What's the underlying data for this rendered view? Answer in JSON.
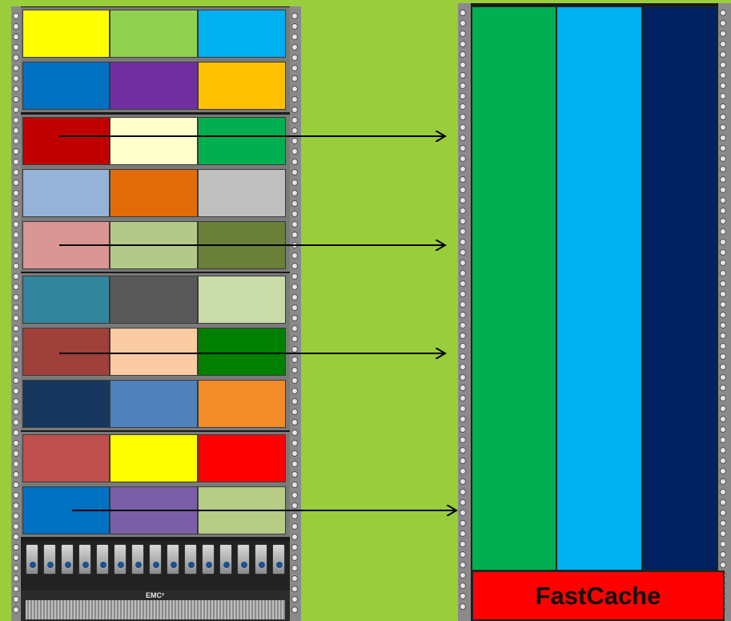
{
  "rows": [
    [
      "#FFFF00",
      "#92D050",
      "#00B0F0"
    ],
    [
      "#0070C0",
      "#7030A0",
      "#FFC000"
    ],
    [
      "#C00000",
      "#FFFFCC",
      "#00B050"
    ],
    [
      "#95B3D7",
      "#E26B0A",
      "#BFBFBF"
    ],
    [
      "#DA9694",
      "#B3C98A",
      "#6A7F3A"
    ],
    [
      "#31859C",
      "#595959",
      "#C9DBA9"
    ],
    [
      "#A0403A",
      "#FBCBA5",
      "#008000"
    ],
    [
      "#17375E",
      "#4F81BD",
      "#F28C28"
    ],
    [
      "#C0504D",
      "#FFFF00",
      "#FF0000"
    ],
    [
      "#0070C0",
      "#7B5EA8",
      "#B7CC84"
    ]
  ],
  "pool_columns": [
    "#00B050",
    "#00B0F0",
    "#002060"
  ],
  "arrow_rows": [
    2,
    4,
    6,
    9
  ],
  "background": "#9ACD3C",
  "fastcache": {
    "label": "FastCache",
    "color": "#FF0000"
  },
  "dpe_label": "EMC²"
}
